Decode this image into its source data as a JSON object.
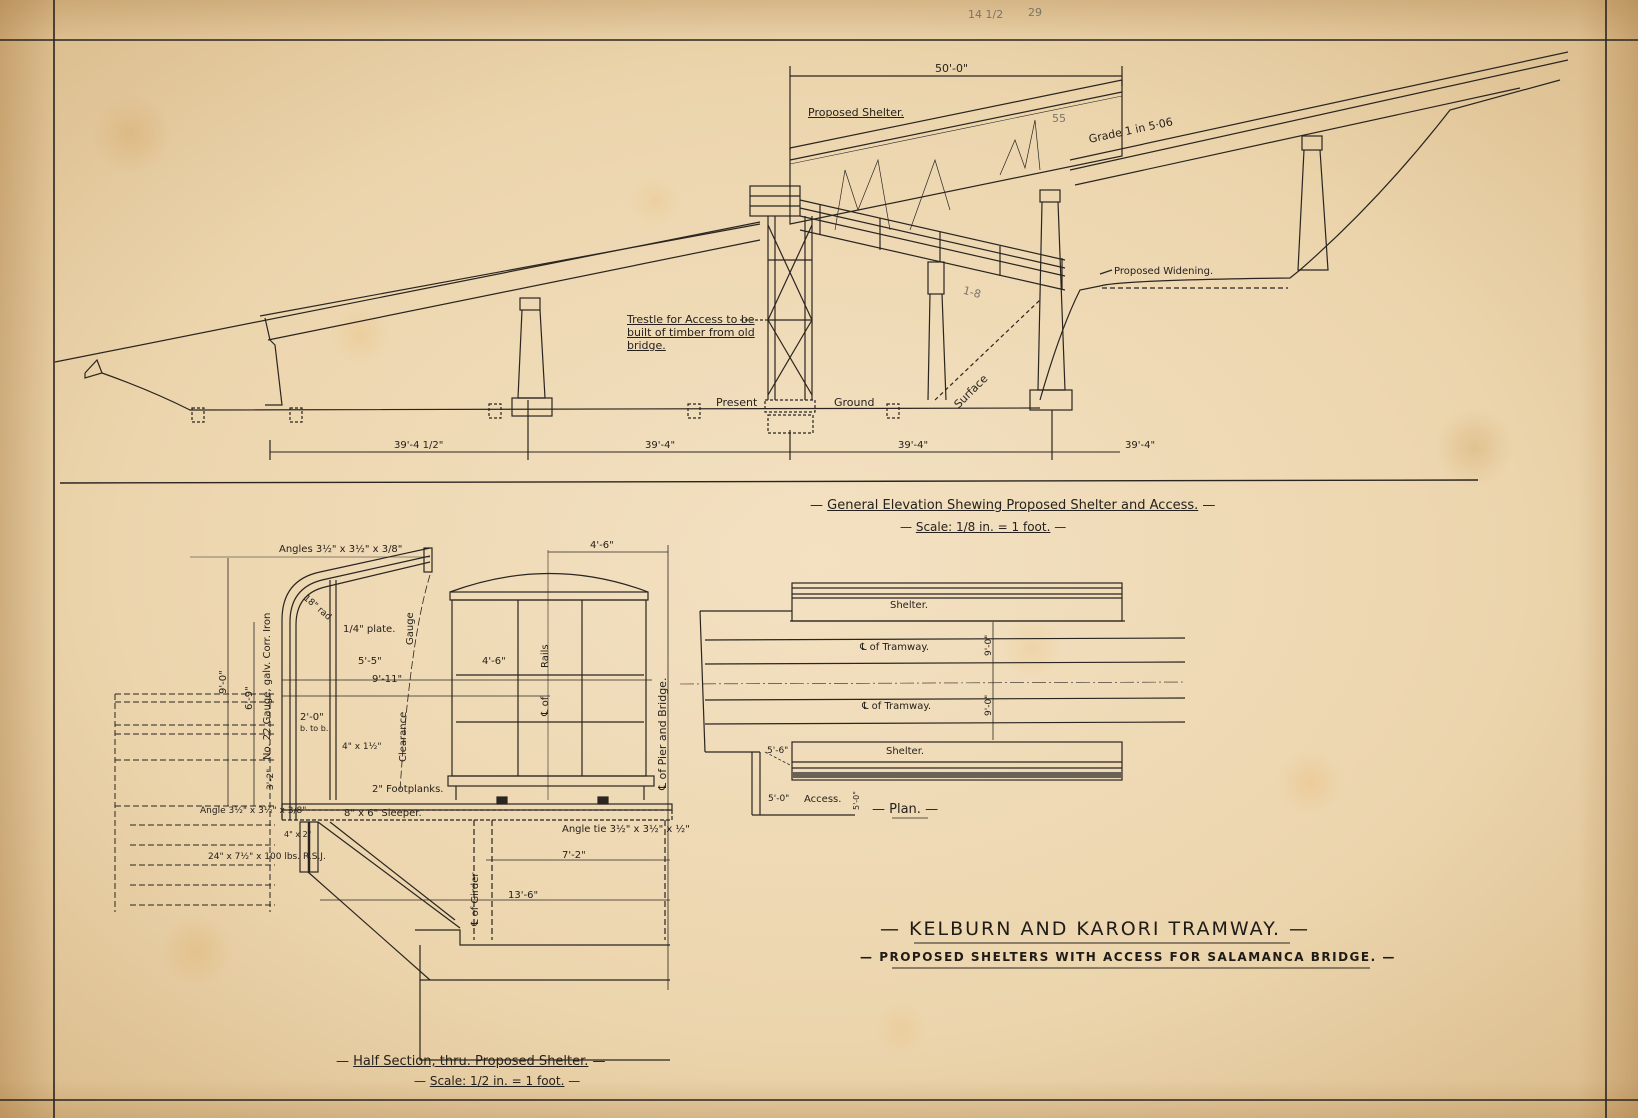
{
  "sheet": {
    "pencil_marks": {
      "top_left": "14 1/2",
      "top_right": "29"
    }
  },
  "elevation": {
    "caption": "General Elevation Shewing Proposed Shelter and Access.",
    "scale": "Scale: 1/8 in. = 1 foot.",
    "labels": {
      "proposed_shelter": "Proposed Shelter.",
      "shelter_length": "50'-0\"",
      "grade": "Grade 1 in 5·06",
      "proposed_widening": "Proposed Widening.",
      "trestle_note_line1": "Trestle for Access to be",
      "trestle_note_line2": "built of timber from old",
      "trestle_note_line3": "bridge.",
      "present": "Present",
      "ground": "Ground",
      "surface": "Surface",
      "pencil_55": "55",
      "pencil_1_8": "1-8"
    },
    "span_dimensions": [
      "39'-4 1/2\"",
      "39'-4\"",
      "39'-4\"",
      "39'-4\""
    ]
  },
  "half_section": {
    "caption": "Half Section, thru. Proposed Shelter.",
    "scale": "Scale: 1/2 in. = 1 foot.",
    "labels": {
      "angles_top": "Angles 3½\" x 3½\" x 3/8\"",
      "rad": "18\" rad.",
      "plate": "1/4\" plate.",
      "corr_iron": "No. 22 Gauge, galv. Corr. Iron",
      "gauge": "Gauge",
      "clearance": "Clearance",
      "d_5_5": "5'-5\"",
      "d_9_11": "9'-11\"",
      "d_9_0": "9'-0\"",
      "d_6_9": "6'-9\"",
      "d_2_0": "2'-0\"",
      "b_to_b": "b. to b.",
      "d_4x1_5": "4\" x 1½\"",
      "d_3_2": "3'-2\"",
      "d_4_6_top": "4'-6\"",
      "d_4_6_mid": "4'-6\"",
      "rails": "Rails",
      "cl_of": "℄ of",
      "footplanks": "2\" Footplanks.",
      "angle_bottom": "Angle 3½\" x 3½\" x 3/8\"",
      "sleeper": "8\" x 6\" Sleeper.",
      "d_4x2": "4\" x 2\"",
      "rsj": "24\" x 7½\" x 100 lbs. R.S.J.",
      "angle_tie": "Angle tie 3½\" x 3½\" x ½\"",
      "d_7_2": "7'-2\"",
      "d_13_6": "13'-6\"",
      "cl_girder": "℄ of Girder",
      "cl_pier_bridge": "℄ of Pier and Bridge."
    }
  },
  "plan": {
    "caption": "Plan.",
    "labels": {
      "shelter_top": "Shelter.",
      "shelter_bottom": "Shelter.",
      "tramway_1": "℄ of Tramway.",
      "tramway_2": "℄ of Tramway.",
      "d_9_0_a": "9'-0\"",
      "d_9_0_b": "9'-0\"",
      "d_5_6": "5'-6\"",
      "d_5_0": "5'-0\"",
      "access": "Access.",
      "d_5_0_b": "5'-0\""
    }
  },
  "title_block": {
    "title": "KELBURN AND KARORI TRAMWAY.",
    "subtitle": "PROPOSED SHELTERS WITH ACCESS FOR SALAMANCA BRIDGE."
  }
}
